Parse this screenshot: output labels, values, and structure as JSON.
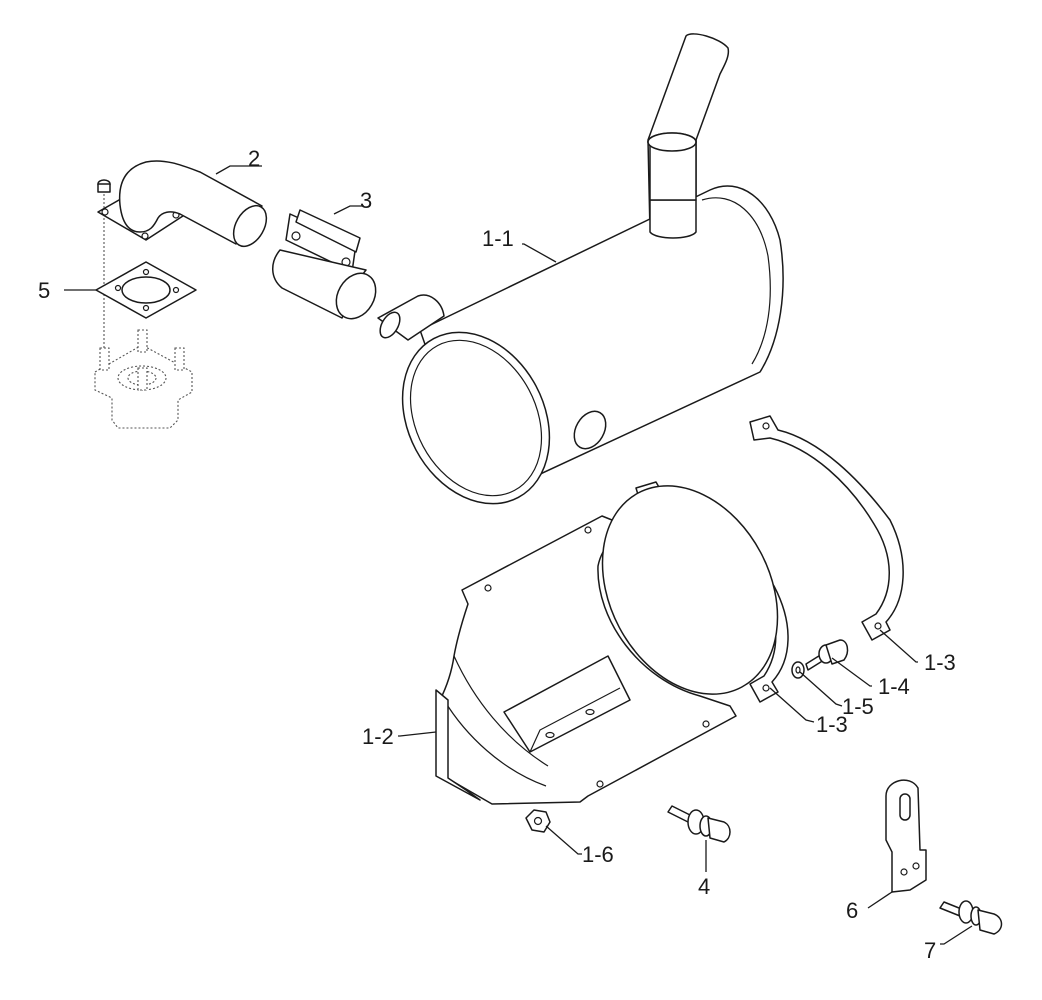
{
  "labels": {
    "l_1_1": "1-1",
    "l_1_2": "1-2",
    "l_1_3a": "1-3",
    "l_1_3b": "1-3",
    "l_1_4": "1-4",
    "l_1_5": "1-5",
    "l_1_6": "1-6",
    "l_2": "2",
    "l_3": "3",
    "l_4": "4",
    "l_5": "5",
    "l_6": "6",
    "l_7": "7"
  }
}
